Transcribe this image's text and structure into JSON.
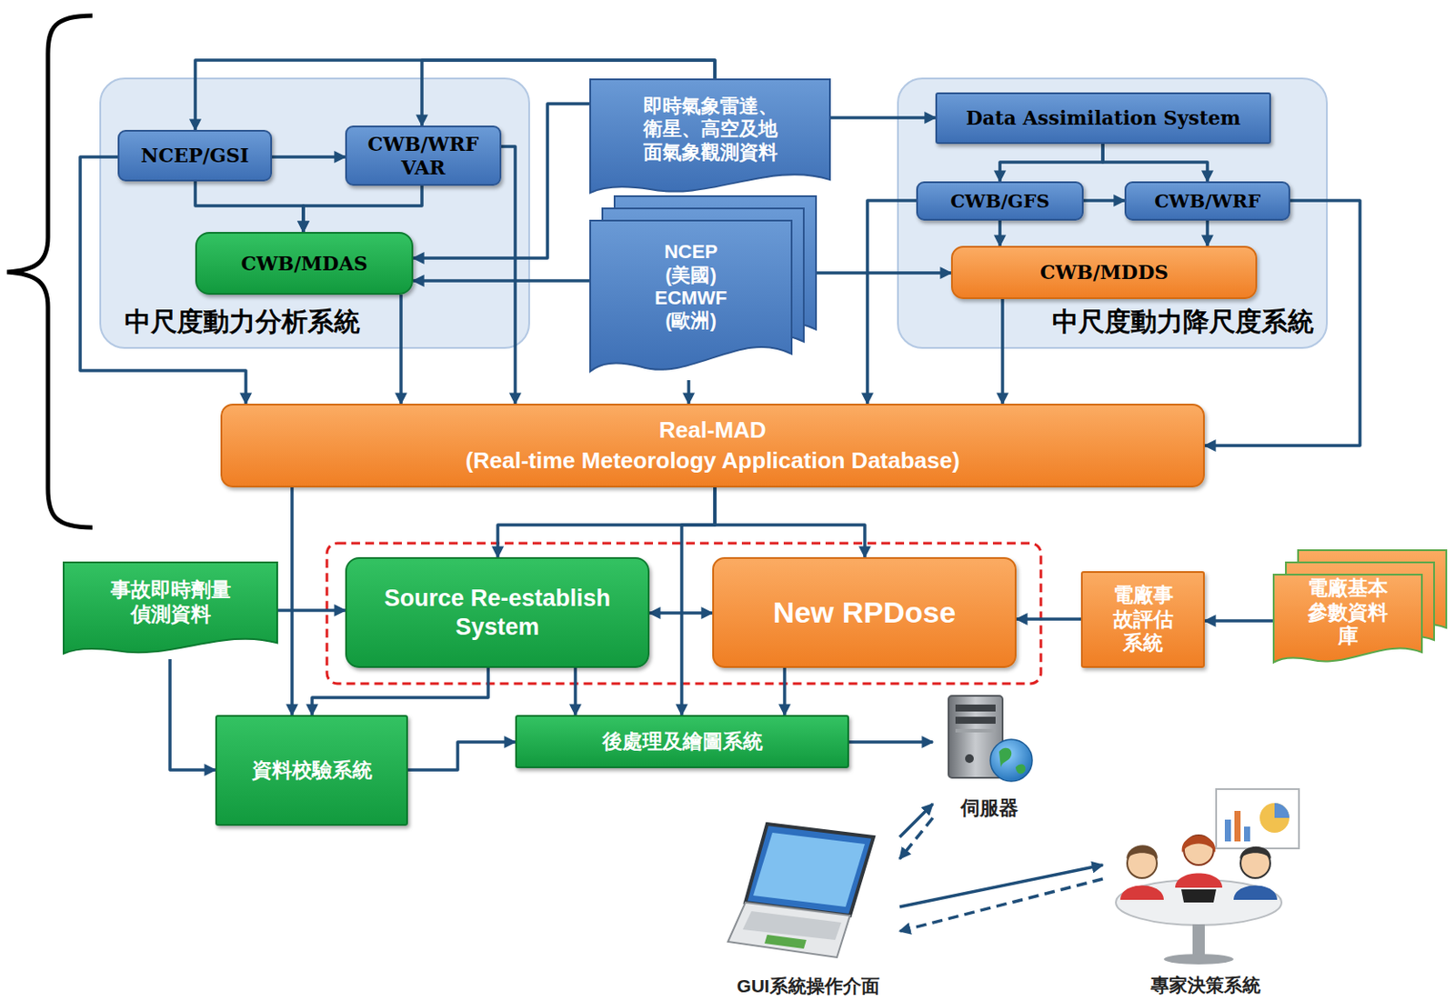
{
  "diagram": {
    "nodes": [
      {
        "text": [
          "中尺度動力分析系統"
        ]
      },
      {
        "text": [
          "NCEP/GSI"
        ],
        "in": 0
      },
      {
        "text": [
          "CWB/WRF VAR"
        ],
        "in": 0
      },
      {
        "text": [
          "CWB/MDAS"
        ],
        "in": 0
      },
      {
        "text": [
          "即時氣象雷達、衛星、高空及地面氣象觀測資料"
        ]
      },
      {
        "text": [
          "中尺度動力降尺度系統"
        ]
      },
      {
        "text": [
          "Data Assimilation System"
        ],
        "in": 5
      },
      {
        "text": [
          "CWB/GFS"
        ],
        "in": 5
      },
      {
        "text": [
          "CWB/WRF"
        ],
        "in": 5
      },
      {
        "text": [
          "CWB/MDDS"
        ],
        "in": 5
      },
      {
        "text": [
          "NCEP (美國) ECMWF (歐洲)"
        ]
      },
      {
        "text": [
          "Real-MAD",
          "(Real-time Meteorology Application Database)"
        ]
      },
      {
        "text": [
          "事故即時劑量偵測資料"
        ]
      },
      {
        "text": [
          "Source Re-establish System"
        ]
      },
      {
        "text": [
          "New RPDose"
        ]
      },
      {
        "text": [
          "電廠事故評估系統"
        ]
      },
      {
        "text": [
          "電廠基本參數資料庫"
        ]
      },
      {
        "text": [
          "資料校驗系統"
        ]
      },
      {
        "text": [
          "後處理及繪圖系統"
        ]
      },
      {
        "text": [
          "伺服器"
        ]
      },
      {
        "text": [
          "GUI系統操作介面"
        ]
      },
      {
        "text": [
          "專家決策系統"
        ]
      }
    ],
    "edges": [
      {
        "from": 4,
        "to": 1,
        "arrow": "to"
      },
      {
        "from": 4,
        "to": 2,
        "arrow": "to"
      },
      {
        "from": 1,
        "to": 2,
        "arrow": "to"
      },
      {
        "from": 1,
        "to": 3,
        "arrow": "to"
      },
      {
        "from": 2,
        "to": 3,
        "arrow": "to"
      },
      {
        "from": 4,
        "to": 3,
        "arrow": "to"
      },
      {
        "from": 10,
        "to": 3,
        "arrow": "to"
      },
      {
        "from": 4,
        "to": 6,
        "arrow": "to"
      },
      {
        "from": 6,
        "to": 7,
        "arrow": "to"
      },
      {
        "from": 6,
        "to": 8,
        "arrow": "to"
      },
      {
        "from": 7,
        "to": 8,
        "arrow": "to"
      },
      {
        "from": 7,
        "to": 9,
        "arrow": "to"
      },
      {
        "from": 8,
        "to": 9,
        "arrow": "to"
      },
      {
        "from": 10,
        "to": 9,
        "arrow": "to"
      },
      {
        "from": 1,
        "to": 11,
        "arrow": "to"
      },
      {
        "from": 3,
        "to": 11,
        "arrow": "to"
      },
      {
        "from": 2,
        "to": 11,
        "arrow": "to"
      },
      {
        "from": 10,
        "to": 11,
        "arrow": "to"
      },
      {
        "from": 7,
        "to": 11,
        "arrow": "to"
      },
      {
        "from": 9,
        "to": 11,
        "arrow": "to"
      },
      {
        "from": 8,
        "to": 11,
        "arrow": "to"
      },
      {
        "from": 11,
        "to": 13,
        "arrow": "to"
      },
      {
        "from": 11,
        "to": 14,
        "arrow": "to"
      },
      {
        "from": 11,
        "to": 18,
        "arrow": "to"
      },
      {
        "from": 11,
        "to": 17,
        "arrow": "to"
      },
      {
        "from": 12,
        "to": 13,
        "arrow": "to"
      },
      {
        "from": 12,
        "to": 17,
        "arrow": "to"
      },
      {
        "from": 13,
        "to": 14,
        "arrow": "both"
      },
      {
        "from": 13,
        "to": 17,
        "arrow": "to"
      },
      {
        "from": 13,
        "to": 18,
        "arrow": "to"
      },
      {
        "from": 14,
        "to": 18,
        "arrow": "to"
      },
      {
        "from": 15,
        "to": 14,
        "arrow": "to"
      },
      {
        "from": 16,
        "to": 15,
        "arrow": "to"
      },
      {
        "from": 17,
        "to": 18,
        "arrow": "to"
      },
      {
        "from": 18,
        "to": 19,
        "arrow": "to"
      },
      {
        "from": 20,
        "to": 19,
        "arrow": "to"
      },
      {
        "from": 19,
        "to": 20,
        "arrow": "to"
      },
      {
        "from": 20,
        "to": 21,
        "arrow": "to"
      },
      {
        "from": 21,
        "to": 20,
        "arrow": "to"
      }
    ]
  }
}
